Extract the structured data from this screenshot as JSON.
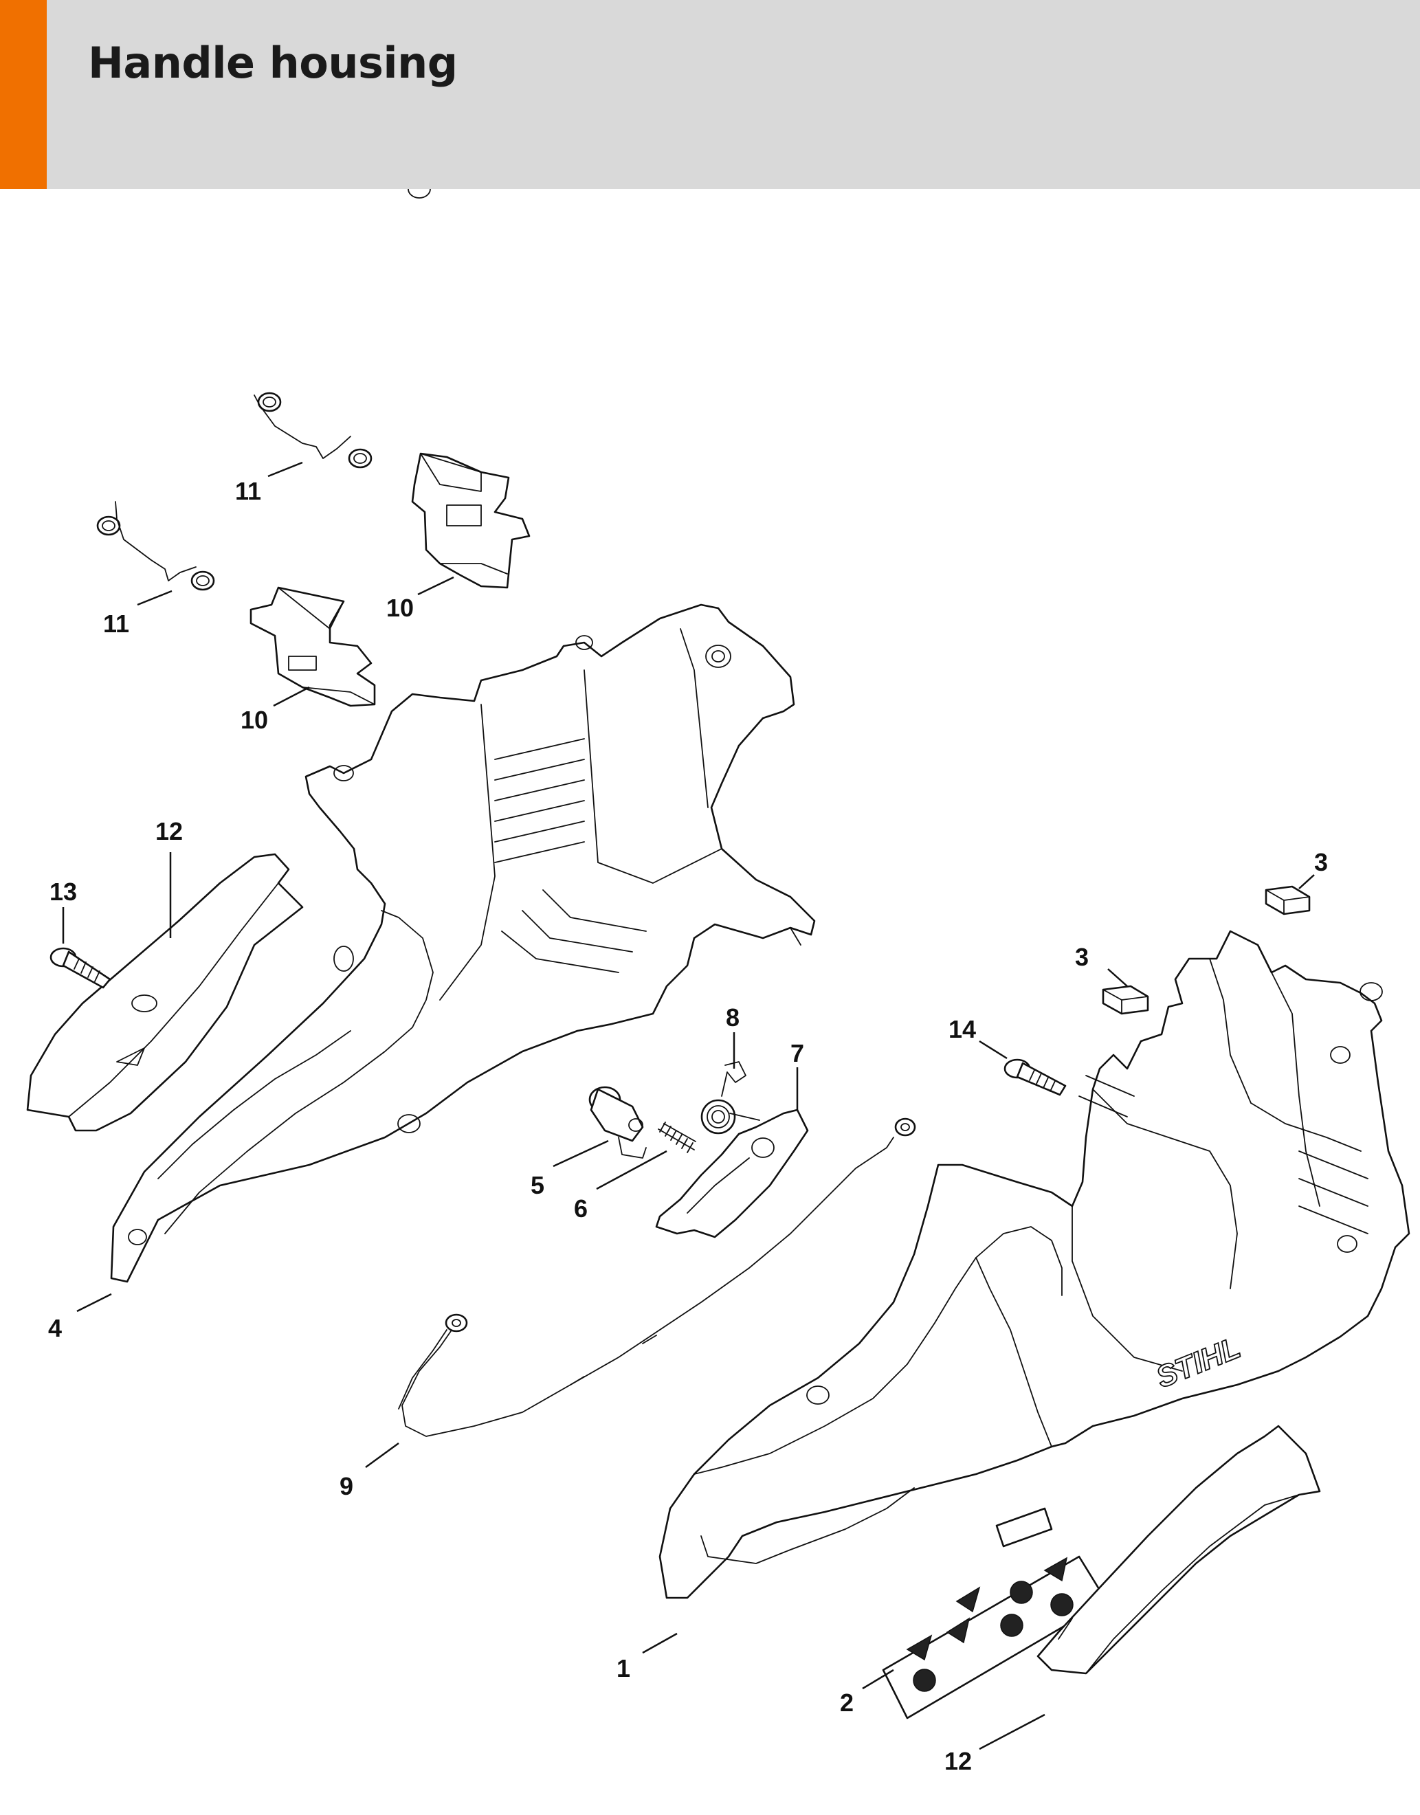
{
  "header": {
    "title": "Handle housing",
    "accent_color": "#f07000",
    "background_color": "#d9d9d9"
  },
  "diagram": {
    "brand_mark": "STIHL",
    "callouts": [
      {
        "id": "c-11a",
        "label": "11"
      },
      {
        "id": "c-11b",
        "label": "11"
      },
      {
        "id": "c-10a",
        "label": "10"
      },
      {
        "id": "c-10b",
        "label": "10"
      },
      {
        "id": "c-12a",
        "label": "12"
      },
      {
        "id": "c-13",
        "label": "13"
      },
      {
        "id": "c-4",
        "label": "4"
      },
      {
        "id": "c-5",
        "label": "5"
      },
      {
        "id": "c-6",
        "label": "6"
      },
      {
        "id": "c-8",
        "label": "8"
      },
      {
        "id": "c-7",
        "label": "7"
      },
      {
        "id": "c-3a",
        "label": "3"
      },
      {
        "id": "c-3b",
        "label": "3"
      },
      {
        "id": "c-14",
        "label": "14"
      },
      {
        "id": "c-9",
        "label": "9"
      },
      {
        "id": "c-1",
        "label": "1"
      },
      {
        "id": "c-2",
        "label": "2"
      },
      {
        "id": "c-12b",
        "label": "12"
      }
    ]
  }
}
